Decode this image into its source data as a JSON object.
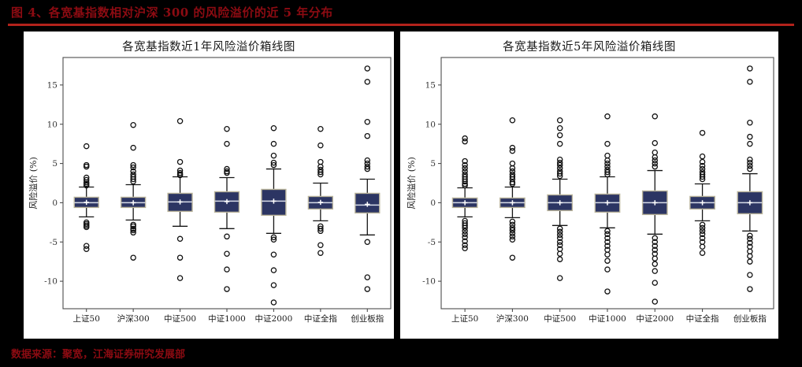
{
  "figure": {
    "title": "图 4、各宽基指数相对沪深 300 的风险溢价的近 5 年分布",
    "source_note": "数据来源：聚宽，江海证券研究发展部",
    "title_color": "#8C0B12",
    "rule_color": "#B2221B",
    "background_color": "#000000"
  },
  "palette": {
    "box_fill": "#2C3563",
    "box_edge": "#b9b39a",
    "median": "#d8dce8",
    "mean_marker": "#FFFFFF",
    "whisker": "#151515",
    "flier_edge": "#101010",
    "panel": "#FFFFFF"
  },
  "charts": [
    {
      "id": "chart-1y",
      "title": "各宽基指数近1年风险溢价箱线图",
      "ylabel": "风险溢价 (%)"
    },
    {
      "id": "chart-5y",
      "title": "各宽基指数近5年风险溢价箱线图",
      "ylabel": "风险溢价 (%)"
    }
  ],
  "chart_data": [
    {
      "type": "box",
      "id": "chart-1y",
      "title": "各宽基指数近1年风险溢价箱线图",
      "xlabel": "",
      "ylabel": "风险溢价 (%)",
      "ylim": [
        -13.5,
        18.5
      ],
      "yticks": [
        15,
        10,
        5,
        0,
        -5,
        -10
      ],
      "ytick_labels": [
        "15",
        "10",
        "5",
        "0",
        "-5",
        "-10"
      ],
      "grid": false,
      "legend": null,
      "categories": [
        "上证50",
        "沪深300",
        "中证500",
        "中证1000",
        "中证2000",
        "中证全指",
        "创业板指"
      ],
      "boxes": [
        {
          "category": "上证50",
          "q1": -0.6,
          "median": 0.0,
          "q3": 0.7,
          "mean": 0.05,
          "whisker_low": -1.8,
          "whisker_high": 2.0,
          "fliers": [
            7.2,
            4.8,
            4.6,
            3.2,
            2.9,
            2.6,
            2.4,
            2.2,
            -2.5,
            -2.7,
            -2.9,
            -3.1,
            -5.5,
            -5.9
          ]
        },
        {
          "category": "沪深300",
          "q1": -0.6,
          "median": 0.0,
          "q3": 0.7,
          "mean": 0.0,
          "whisker_low": -2.2,
          "whisker_high": 2.3,
          "fliers": [
            9.9,
            7.0,
            4.8,
            4.5,
            4.0,
            3.6,
            3.3,
            3.0,
            2.7,
            -2.8,
            -3.0,
            -3.3,
            -3.5,
            -3.8,
            -7.0
          ]
        },
        {
          "category": "中证500",
          "q1": -1.1,
          "median": 0.1,
          "q3": 1.2,
          "mean": 0.1,
          "whisker_low": -3.0,
          "whisker_high": 3.3,
          "fliers": [
            10.4,
            5.2,
            4.1,
            3.8,
            3.6,
            3.5,
            -4.6,
            -7.0,
            -9.6
          ]
        },
        {
          "category": "中证1000",
          "q1": -1.2,
          "median": 0.2,
          "q3": 1.4,
          "mean": 0.15,
          "whisker_low": -3.3,
          "whisker_high": 3.2,
          "fliers": [
            9.4,
            7.5,
            4.3,
            4.0,
            3.8,
            -4.3,
            -6.5,
            -8.5,
            -11.0
          ]
        },
        {
          "category": "中证2000",
          "q1": -1.6,
          "median": 0.2,
          "q3": 1.7,
          "mean": 0.2,
          "whisker_low": -3.9,
          "whisker_high": 4.3,
          "fliers": [
            9.5,
            7.5,
            6.0,
            5.1,
            4.8,
            -4.4,
            -4.7,
            -6.6,
            -8.6,
            -10.5,
            -12.7
          ]
        },
        {
          "category": "中证全指",
          "q1": -0.8,
          "median": 0.0,
          "q3": 0.8,
          "mean": 0.05,
          "whisker_low": -2.3,
          "whisker_high": 2.5,
          "fliers": [
            9.4,
            7.3,
            5.2,
            4.6,
            4.2,
            3.9,
            3.6,
            -3.0,
            -3.3,
            -3.6,
            -5.4,
            -6.4
          ]
        },
        {
          "category": "创业板指",
          "q1": -1.3,
          "median": -0.3,
          "q3": 1.2,
          "mean": -0.2,
          "whisker_low": -4.1,
          "whisker_high": 3.0,
          "fliers": [
            17.1,
            15.4,
            10.3,
            8.5,
            5.4,
            5.0,
            4.6,
            4.3,
            -5.0,
            -9.5,
            -11.0
          ]
        }
      ]
    },
    {
      "type": "box",
      "id": "chart-5y",
      "title": "各宽基指数近5年风险溢价箱线图",
      "xlabel": "",
      "ylabel": "风险溢价 (%)",
      "ylim": [
        -13.5,
        18.5
      ],
      "yticks": [
        15,
        10,
        5,
        0,
        -5,
        -10
      ],
      "ytick_labels": [
        "15",
        "10",
        "5",
        "0",
        "-5",
        "-10"
      ],
      "grid": false,
      "legend": null,
      "categories": [
        "上证50",
        "沪深300",
        "中证500",
        "中证1000",
        "中证2000",
        "中证全指",
        "创业板指"
      ],
      "boxes": [
        {
          "category": "上证50",
          "q1": -0.6,
          "median": 0.0,
          "q3": 0.6,
          "mean": 0.0,
          "whisker_low": -1.8,
          "whisker_high": 1.9,
          "fliers": [
            8.2,
            7.8,
            5.3,
            4.8,
            4.4,
            4.0,
            3.6,
            3.3,
            3.0,
            2.7,
            2.4,
            2.2,
            -2.3,
            -2.6,
            -2.9,
            -3.2,
            -3.6,
            -4.0,
            -4.4,
            -4.9,
            -5.4,
            -5.8
          ]
        },
        {
          "category": "沪深300",
          "q1": -0.6,
          "median": 0.0,
          "q3": 0.6,
          "mean": 0.0,
          "whisker_low": -1.9,
          "whisker_high": 2.0,
          "fliers": [
            10.5,
            7.0,
            6.6,
            5.0,
            4.4,
            4.0,
            3.6,
            3.3,
            3.0,
            2.6,
            2.4,
            -2.4,
            -2.8,
            -3.2,
            -3.5,
            -3.9,
            -4.3,
            -4.7,
            -7.0
          ]
        },
        {
          "category": "中证500",
          "q1": -1.0,
          "median": 0.0,
          "q3": 1.0,
          "mean": 0.0,
          "whisker_low": -2.9,
          "whisker_high": 3.0,
          "fliers": [
            10.5,
            9.5,
            8.6,
            7.5,
            5.5,
            5.1,
            4.8,
            4.4,
            4.0,
            3.7,
            3.4,
            -3.3,
            -3.7,
            -4.1,
            -4.5,
            -5.0,
            -5.4,
            -5.9,
            -6.5,
            -7.2,
            -9.6
          ]
        },
        {
          "category": "中证1000",
          "q1": -1.2,
          "median": 0.0,
          "q3": 1.1,
          "mean": 0.0,
          "whisker_low": -3.2,
          "whisker_high": 3.3,
          "fliers": [
            11.0,
            7.5,
            6.0,
            5.4,
            5.0,
            4.6,
            4.2,
            3.9,
            3.6,
            -3.6,
            -4.0,
            -4.5,
            -5.0,
            -5.5,
            -6.0,
            -6.6,
            -7.4,
            -8.5,
            -11.3
          ]
        },
        {
          "category": "中证2000",
          "q1": -1.5,
          "median": 0.0,
          "q3": 1.5,
          "mean": 0.0,
          "whisker_low": -4.0,
          "whisker_high": 4.1,
          "fliers": [
            11.0,
            7.6,
            6.4,
            5.8,
            5.4,
            5.0,
            4.6,
            -4.5,
            -5.0,
            -5.5,
            -6.0,
            -6.5,
            -7.1,
            -7.8,
            -8.7,
            -10.2,
            -12.6
          ]
        },
        {
          "category": "中证全指",
          "q1": -0.8,
          "median": 0.0,
          "q3": 0.8,
          "mean": 0.0,
          "whisker_low": -2.3,
          "whisker_high": 2.4,
          "fliers": [
            8.9,
            5.9,
            5.2,
            4.7,
            4.3,
            3.9,
            3.6,
            3.3,
            3.0,
            -2.8,
            -3.2,
            -3.6,
            -4.0,
            -4.5,
            -5.0,
            -5.6,
            -6.4
          ]
        },
        {
          "category": "创业板指",
          "q1": -1.4,
          "median": 0.0,
          "q3": 1.4,
          "mean": 0.0,
          "whisker_low": -3.6,
          "whisker_high": 3.7,
          "fliers": [
            17.1,
            15.4,
            10.2,
            8.4,
            7.5,
            5.5,
            5.1,
            4.7,
            4.3,
            -4.2,
            -4.6,
            -5.1,
            -5.6,
            -6.2,
            -6.8,
            -7.5,
            -9.2,
            -11.0
          ]
        }
      ]
    }
  ]
}
